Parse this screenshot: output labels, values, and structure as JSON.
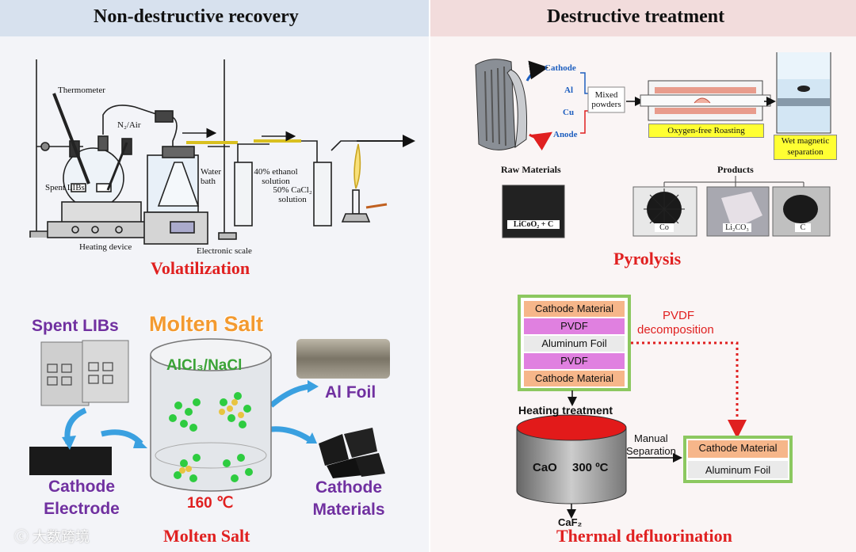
{
  "left_panel": {
    "title": "Non-destructive recovery",
    "volatilization": {
      "labels": {
        "thermometer": "Thermometer",
        "n2_air": "N₂/Air",
        "spent_libs": "Spent LIBs",
        "water_bath": "Water bath",
        "ethanol": "40% ethanol solution",
        "cacl2": "50% CaCl₂ solution",
        "heating_device": "Heating device",
        "electronic_scale": "Electronic scale"
      },
      "caption": "Volatilization"
    },
    "molten_salt": {
      "spent_libs": "Spent LIBs",
      "header": "Molten Salt",
      "salt_formula": "AlCl₃/NaCl",
      "temperature": "160 ℃",
      "al_foil": "Al Foil",
      "cathode_electrode_1": "Cathode",
      "cathode_electrode_2": "Electrode",
      "cathode_materials_1": "Cathode",
      "cathode_materials_2": "Materials",
      "caption": "Molten Salt"
    }
  },
  "right_panel": {
    "title": "Destructive treatment",
    "pyrolysis": {
      "cathode": "Cathode",
      "al": "Al",
      "cu": "Cu",
      "anode": "Anode",
      "mixed_powders": "Mixed powders",
      "roasting": "Oxygen-free Roasting",
      "wet_separation": "Wet magnetic separation",
      "raw_materials": "Raw Materials",
      "raw_sample": "LiCoO₂ + C",
      "products": "Products",
      "product_co": "Co",
      "product_li2co3": "Li₂CO₃",
      "product_c": "C",
      "caption": "Pyrolysis"
    },
    "defluorination": {
      "layers": [
        "Cathode Material",
        "PVDF",
        "Aluminum Foil",
        "PVDF",
        "Cathode Material"
      ],
      "pvdf_decomp_1": "PVDF",
      "pvdf_decomp_2": "decomposition",
      "heating": "Heating treatment",
      "cao": "CaO",
      "temperature": "300 ºC",
      "manual_1": "Manual",
      "manual_2": "Separation",
      "result_cathode": "Cathode Material",
      "result_foil": "Aluminum Foil",
      "caf2": "CaF₂",
      "caption": "Thermal defluorination"
    }
  },
  "watermark": "大数跨境",
  "colors": {
    "caption_red": "#e02020",
    "label_purple": "#7030a0",
    "molten_orange": "#f39a30",
    "layer_orange": "#f6b68a",
    "layer_pink": "#e080e0",
    "layer_border": "#8cc860",
    "arrow_blue": "#3aa0e0"
  }
}
